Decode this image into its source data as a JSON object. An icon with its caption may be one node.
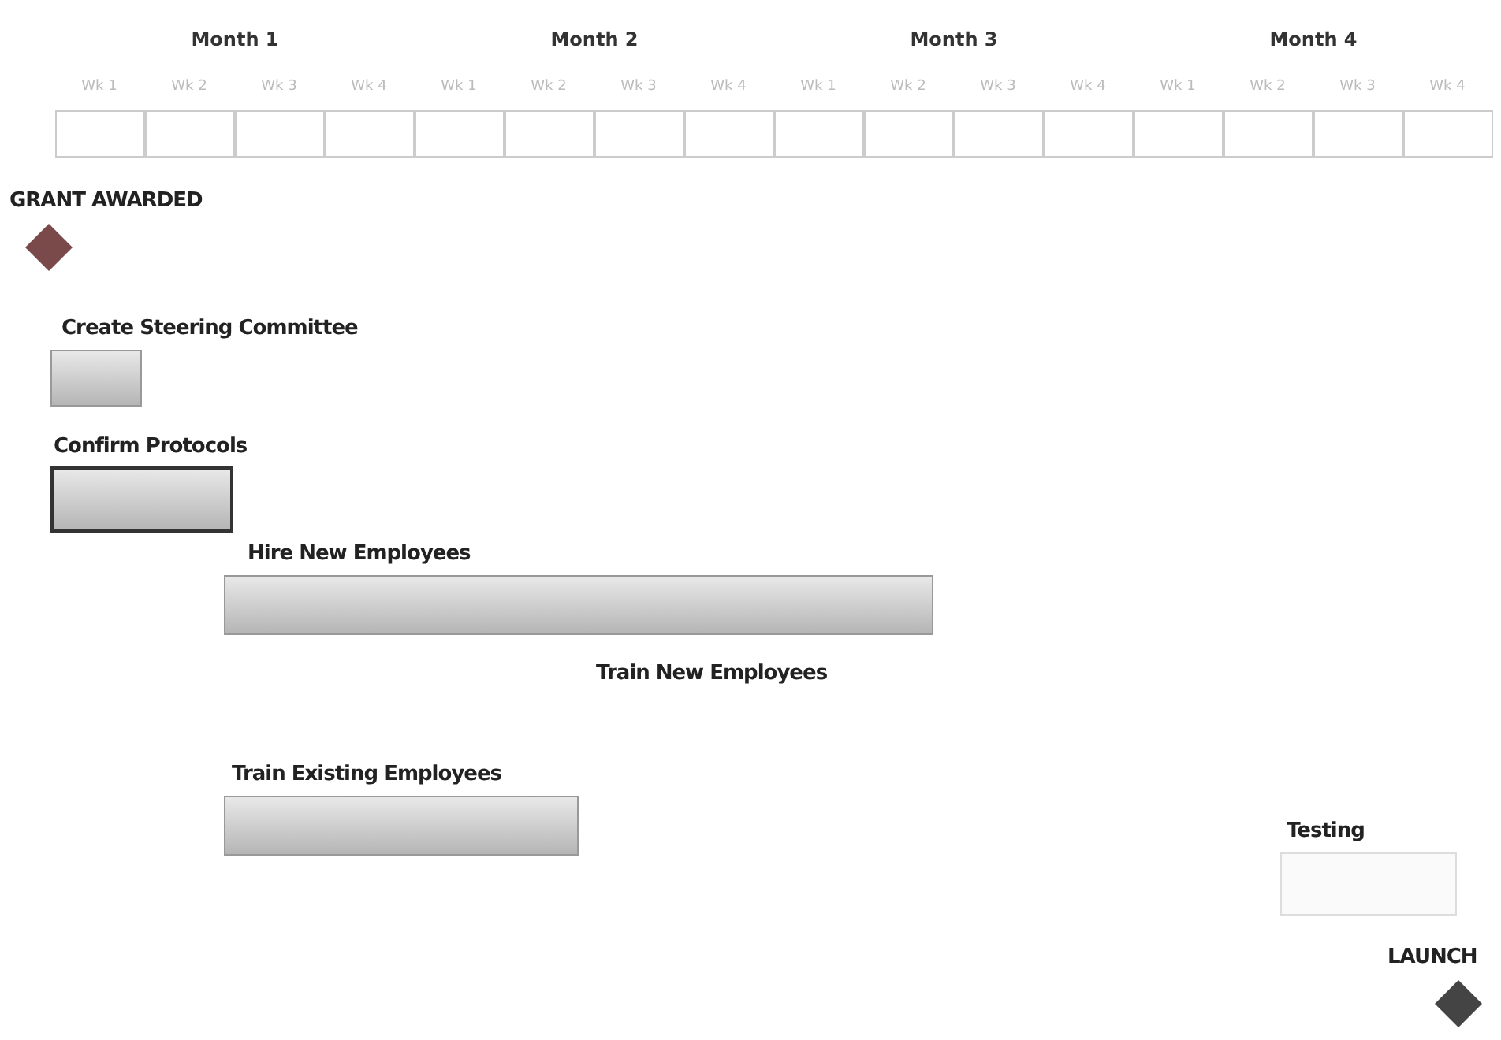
{
  "diagram": {
    "nodes": [
      {
        "text": [
          "GRANT AWARDED"
        ]
      },
      {
        "text": [
          "Create Steering Committee"
        ]
      },
      {
        "text": [
          "Confirm Protocols"
        ]
      },
      {
        "text": [
          "Hire New Employees"
        ]
      },
      {
        "text": [
          "Train Existing Employees"
        ]
      },
      {
        "text": [
          "Testing"
        ]
      },
      {
        "text": [
          "LAUNCH"
        ]
      }
    ],
    "edges": [],
    "labels": [
      "Month 1",
      "Month 2",
      "Month 3",
      "Month 4",
      "Wk 1",
      "Wk 2",
      "Wk 3",
      "Wk 4",
      "Wk 1",
      "Wk 2",
      "Wk 3",
      "Wk 4",
      "Wk 1",
      "Wk 2",
      "Wk 3",
      "Wk 4",
      "Wk 1",
      "Wk 2",
      "Wk 3",
      "Wk 4",
      "Train New Employees"
    ]
  }
}
